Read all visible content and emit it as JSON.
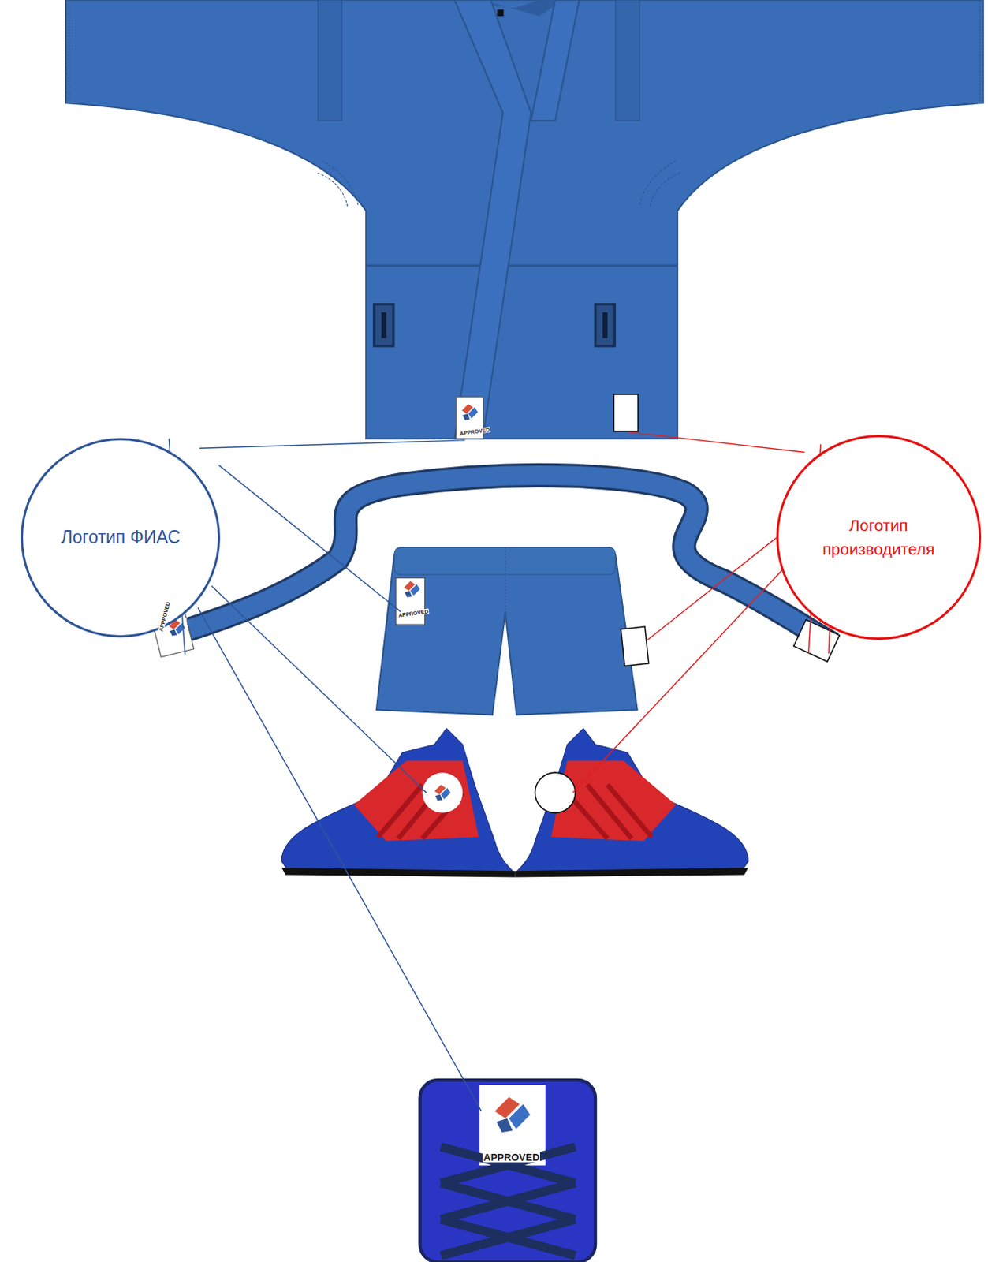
{
  "diagram": {
    "nodes": [
      {
        "text": [
          "Логотип ФИАС"
        ]
      },
      {
        "text": [
          "Логотип производителя"
        ]
      }
    ],
    "labels": [
      "APPROVED",
      "APPROVED",
      "APPROVED",
      "APPROVED"
    ]
  }
}
